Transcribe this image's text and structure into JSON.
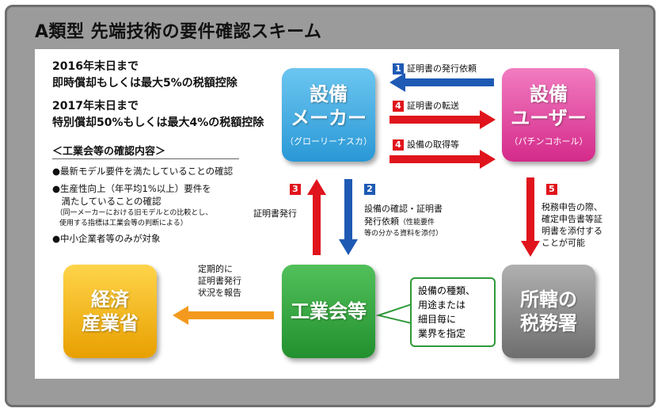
{
  "title": "A類型 先端技術の要件確認スキーム",
  "notes": {
    "line1a": "2016年末日まで",
    "line1b": "即時償却もしくは最大5%の税額控除",
    "line2a": "2017年末日まで",
    "line2b": "特別償却50%もしくは最大4%の税額控除",
    "heading": "＜工業会等の確認内容＞",
    "bullet1": "●最新モデル要件を満たしていることの確認",
    "bullet2a": "●生産性向上（年平均1%以上）要件を",
    "bullet2b": "　満たしていることの確認",
    "bullet2c": "　（同一メーカーにおける旧モデルとの比較とし、",
    "bullet2d": "　使用する指標は工業会等の判断による）",
    "bullet3": "●中小企業者等のみが対象"
  },
  "boxes": {
    "maker": {
      "line1": "設備",
      "line2": "メーカー",
      "sub": "（グローリーナスカ）",
      "color": "#3aa8e0"
    },
    "user": {
      "line1": "設備",
      "line2": "ユーザー",
      "sub": "（パチンコホール）",
      "color": "#e0409a"
    },
    "meti": {
      "line1": "経済",
      "line2": "産業省",
      "color": "#f0b400"
    },
    "assoc": {
      "line1": "工業会等",
      "color": "#2fa040"
    },
    "tax": {
      "line1": "所轄の",
      "line2": "税務署",
      "color": "#8a8a8a"
    }
  },
  "steps": {
    "s1": {
      "num": "1",
      "text": "証明書の発行依頼"
    },
    "s4a": {
      "num": "4",
      "text": "証明書の転送"
    },
    "s4b": {
      "num": "4",
      "text": "設備の取得等"
    },
    "s3": {
      "num": "3",
      "text": "証明書発行"
    },
    "s2": {
      "num": "2",
      "line1": "設備の確認・証明書",
      "line2": "発行依頼",
      "line2b": "（性能要件",
      "line3": "等の分かる資料を添付）"
    },
    "s5": {
      "num": "5",
      "line1": "税務申告の際、",
      "line2": "確定申告書等証",
      "line3": "明書を添付する",
      "line4": "ことが可能"
    },
    "report": {
      "line1": "定期的に",
      "line2": "証明書発行",
      "line3": "状況を報告"
    }
  },
  "callout": {
    "line1": "設備の種類、",
    "line2": "用途または",
    "line3": "細目毎に",
    "line4": "業界を指定"
  }
}
